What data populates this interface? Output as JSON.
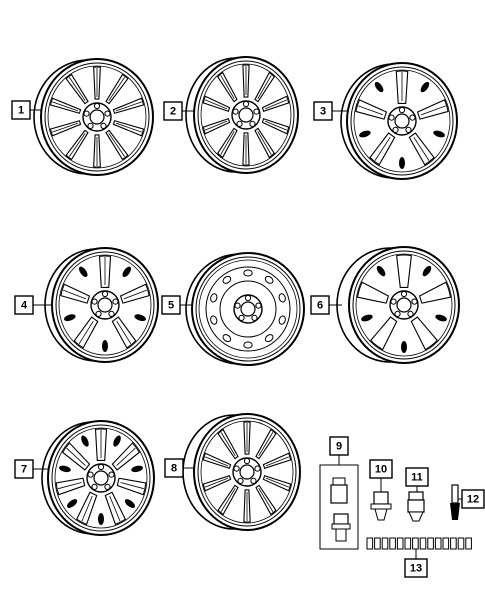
{
  "diagram": {
    "callouts": [
      {
        "id": "1",
        "label": "1"
      },
      {
        "id": "2",
        "label": "2"
      },
      {
        "id": "3",
        "label": "3"
      },
      {
        "id": "4",
        "label": "4"
      },
      {
        "id": "5",
        "label": "5"
      },
      {
        "id": "6",
        "label": "6"
      },
      {
        "id": "7",
        "label": "7"
      },
      {
        "id": "8",
        "label": "8"
      },
      {
        "id": "9",
        "label": "9"
      },
      {
        "id": "10",
        "label": "10"
      },
      {
        "id": "11",
        "label": "11"
      },
      {
        "id": "12",
        "label": "12"
      },
      {
        "id": "13",
        "label": "13"
      }
    ],
    "parts": [
      {
        "callout": "1",
        "icon": "alloy-wheel-split-spoke-icon"
      },
      {
        "callout": "2",
        "icon": "alloy-wheel-split-spoke-icon"
      },
      {
        "callout": "3",
        "icon": "alloy-wheel-five-spoke-icon"
      },
      {
        "callout": "4",
        "icon": "alloy-wheel-five-spoke-icon"
      },
      {
        "callout": "5",
        "icon": "steel-wheel-icon"
      },
      {
        "callout": "6",
        "icon": "alloy-wheel-five-spoke-icon"
      },
      {
        "callout": "7",
        "icon": "alloy-wheel-seven-spoke-icon"
      },
      {
        "callout": "8",
        "icon": "alloy-wheel-split-spoke-icon"
      },
      {
        "callout": "9",
        "icon": "wheel-lock-kit-icon"
      },
      {
        "callout": "10",
        "icon": "lug-nut-icon"
      },
      {
        "callout": "11",
        "icon": "lug-nut-acorn-icon"
      },
      {
        "callout": "12",
        "icon": "valve-stem-icon"
      },
      {
        "callout": "13",
        "icon": "wheel-weights-icon"
      }
    ]
  }
}
